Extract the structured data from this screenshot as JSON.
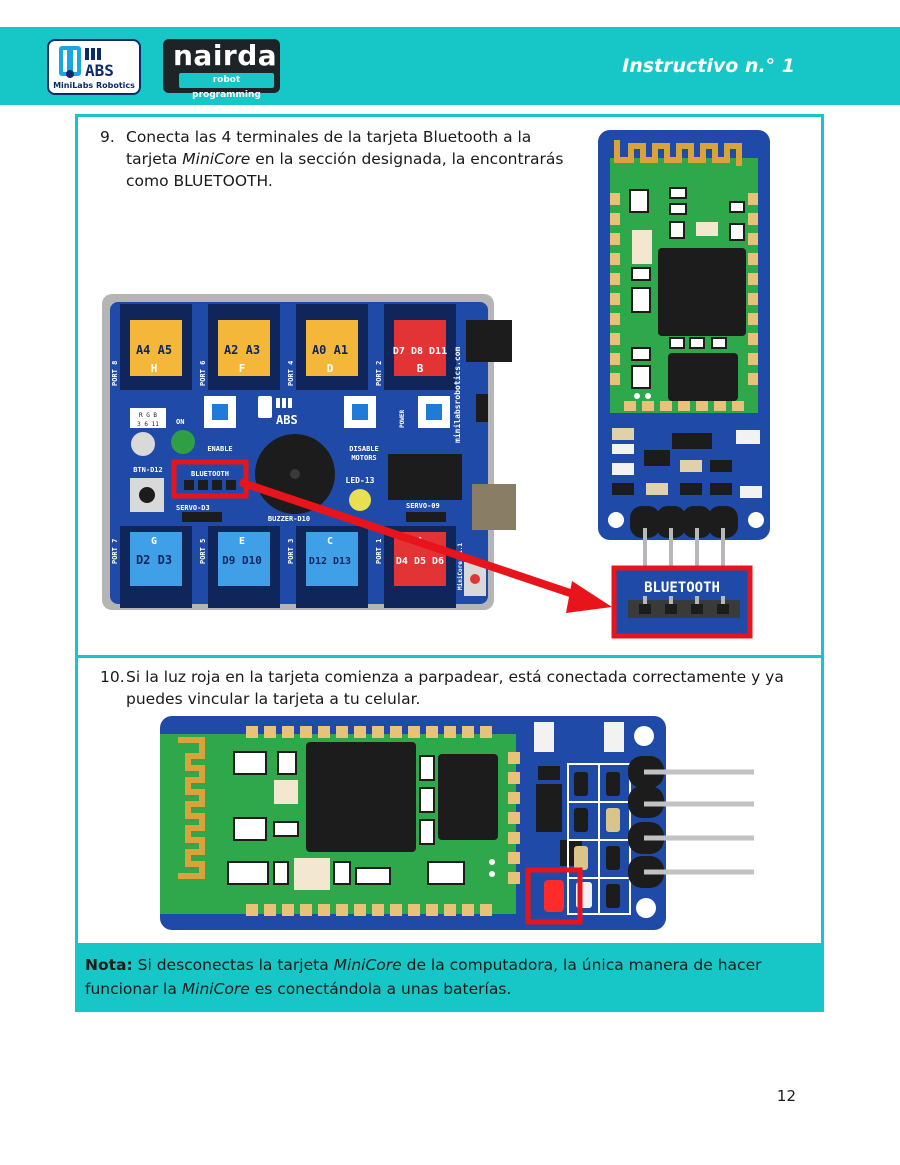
{
  "header": {
    "logo_main_text": "ABS",
    "logo_main_sub": "MiniLabs Robotics",
    "logo_nairda_word": "nairda",
    "logo_nairda_tag": "robot programming",
    "title": "Instructivo n.° 1",
    "background_color": "#17c6c6"
  },
  "step9": {
    "number": "9.",
    "text_1": "Conecta las 4 terminales de la tarjeta Bluetooth a la tarjeta ",
    "text_em": "MiniCore",
    "text_2": " en la sección designada, la encontrarás como BLUETOOTH."
  },
  "board": {
    "ports": [
      "PORT 8",
      "PORT 6",
      "PORT 4",
      "PORT 2",
      "PORT 7",
      "PORT 5",
      "PORT 3",
      "PORT 1"
    ],
    "top_pins": [
      "A4 A5",
      "A2 A3",
      "A0 A1",
      "D7 D8 D11"
    ],
    "top_letters": [
      "H",
      "F",
      "D",
      "B"
    ],
    "bottom_pins": [
      "D2 D3",
      "D9 D10",
      "D12 D13",
      "D4 D5 D6"
    ],
    "bottom_letters": [
      "G",
      "E",
      "C",
      "A"
    ],
    "rgb_label": "R G B",
    "rgb_pins": "3 6 11",
    "on_label": "ON",
    "enable_label": "ENABLE",
    "disable_label": "DISABLE",
    "motors_label": "MOTORS",
    "power_label": "POWER",
    "btn_label": "BTN-D12",
    "bluetooth_label": "BLUETOOTH",
    "led_label": "LED-13",
    "servo_d3": "SERVO-D3",
    "servo_d9": "SERVO-09",
    "buzzer_label": "BUZZER-D10",
    "website": "minilabsrobotics.com",
    "version": "MiniCore v1.1",
    "logo_text": "ABS"
  },
  "zoom_label": "BLUETOOTH",
  "step10": {
    "number": "10.",
    "text": "Si la luz roja en la tarjeta comienza a parpadear, está conectada correctamente y ya puedes vincular la tarjeta a tu celular."
  },
  "note": {
    "label": "Nota:",
    "text_1": " Si desconectas la tarjeta ",
    "em_1": "MiniCore",
    "text_2": " de la computadora, la única manera de hacer funcionar la ",
    "em_2": "MiniCore",
    "text_3": " es conectándola a unas baterías."
  },
  "page_number": "12",
  "colors": {
    "accent": "#17c6c6",
    "board_blue": "#1f4aa8",
    "highlight_red": "#e8141c",
    "module_green": "#2ea84a",
    "pin_label_yellow": "#f4b73a"
  }
}
